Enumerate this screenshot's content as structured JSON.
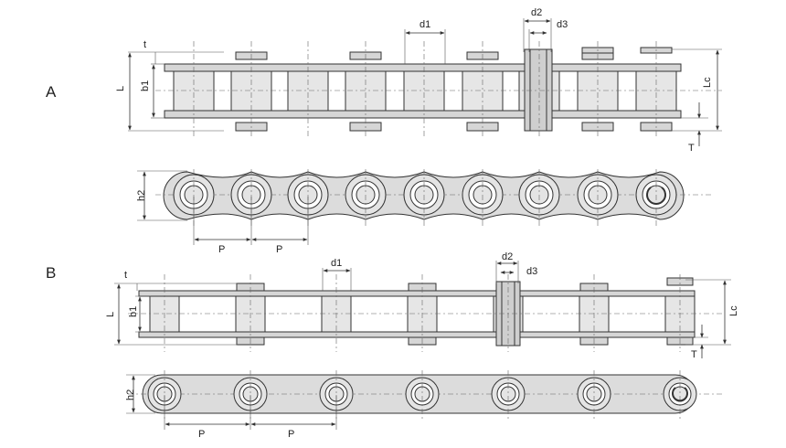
{
  "variants": [
    {
      "label": "A",
      "dims": {
        "t": "t",
        "L": "L",
        "b1": "b1",
        "d1": "d1",
        "d2": "d2",
        "d3": "d3",
        "Lc": "Lc",
        "T": "T",
        "h2": "h2",
        "P": "P"
      }
    },
    {
      "label": "B",
      "dims": {
        "t": "t",
        "L": "L",
        "b1": "b1",
        "d1": "d1",
        "d2": "d2",
        "d3": "d3",
        "Lc": "Lc",
        "T": "T",
        "h2": "h2",
        "P": "P"
      }
    }
  ]
}
